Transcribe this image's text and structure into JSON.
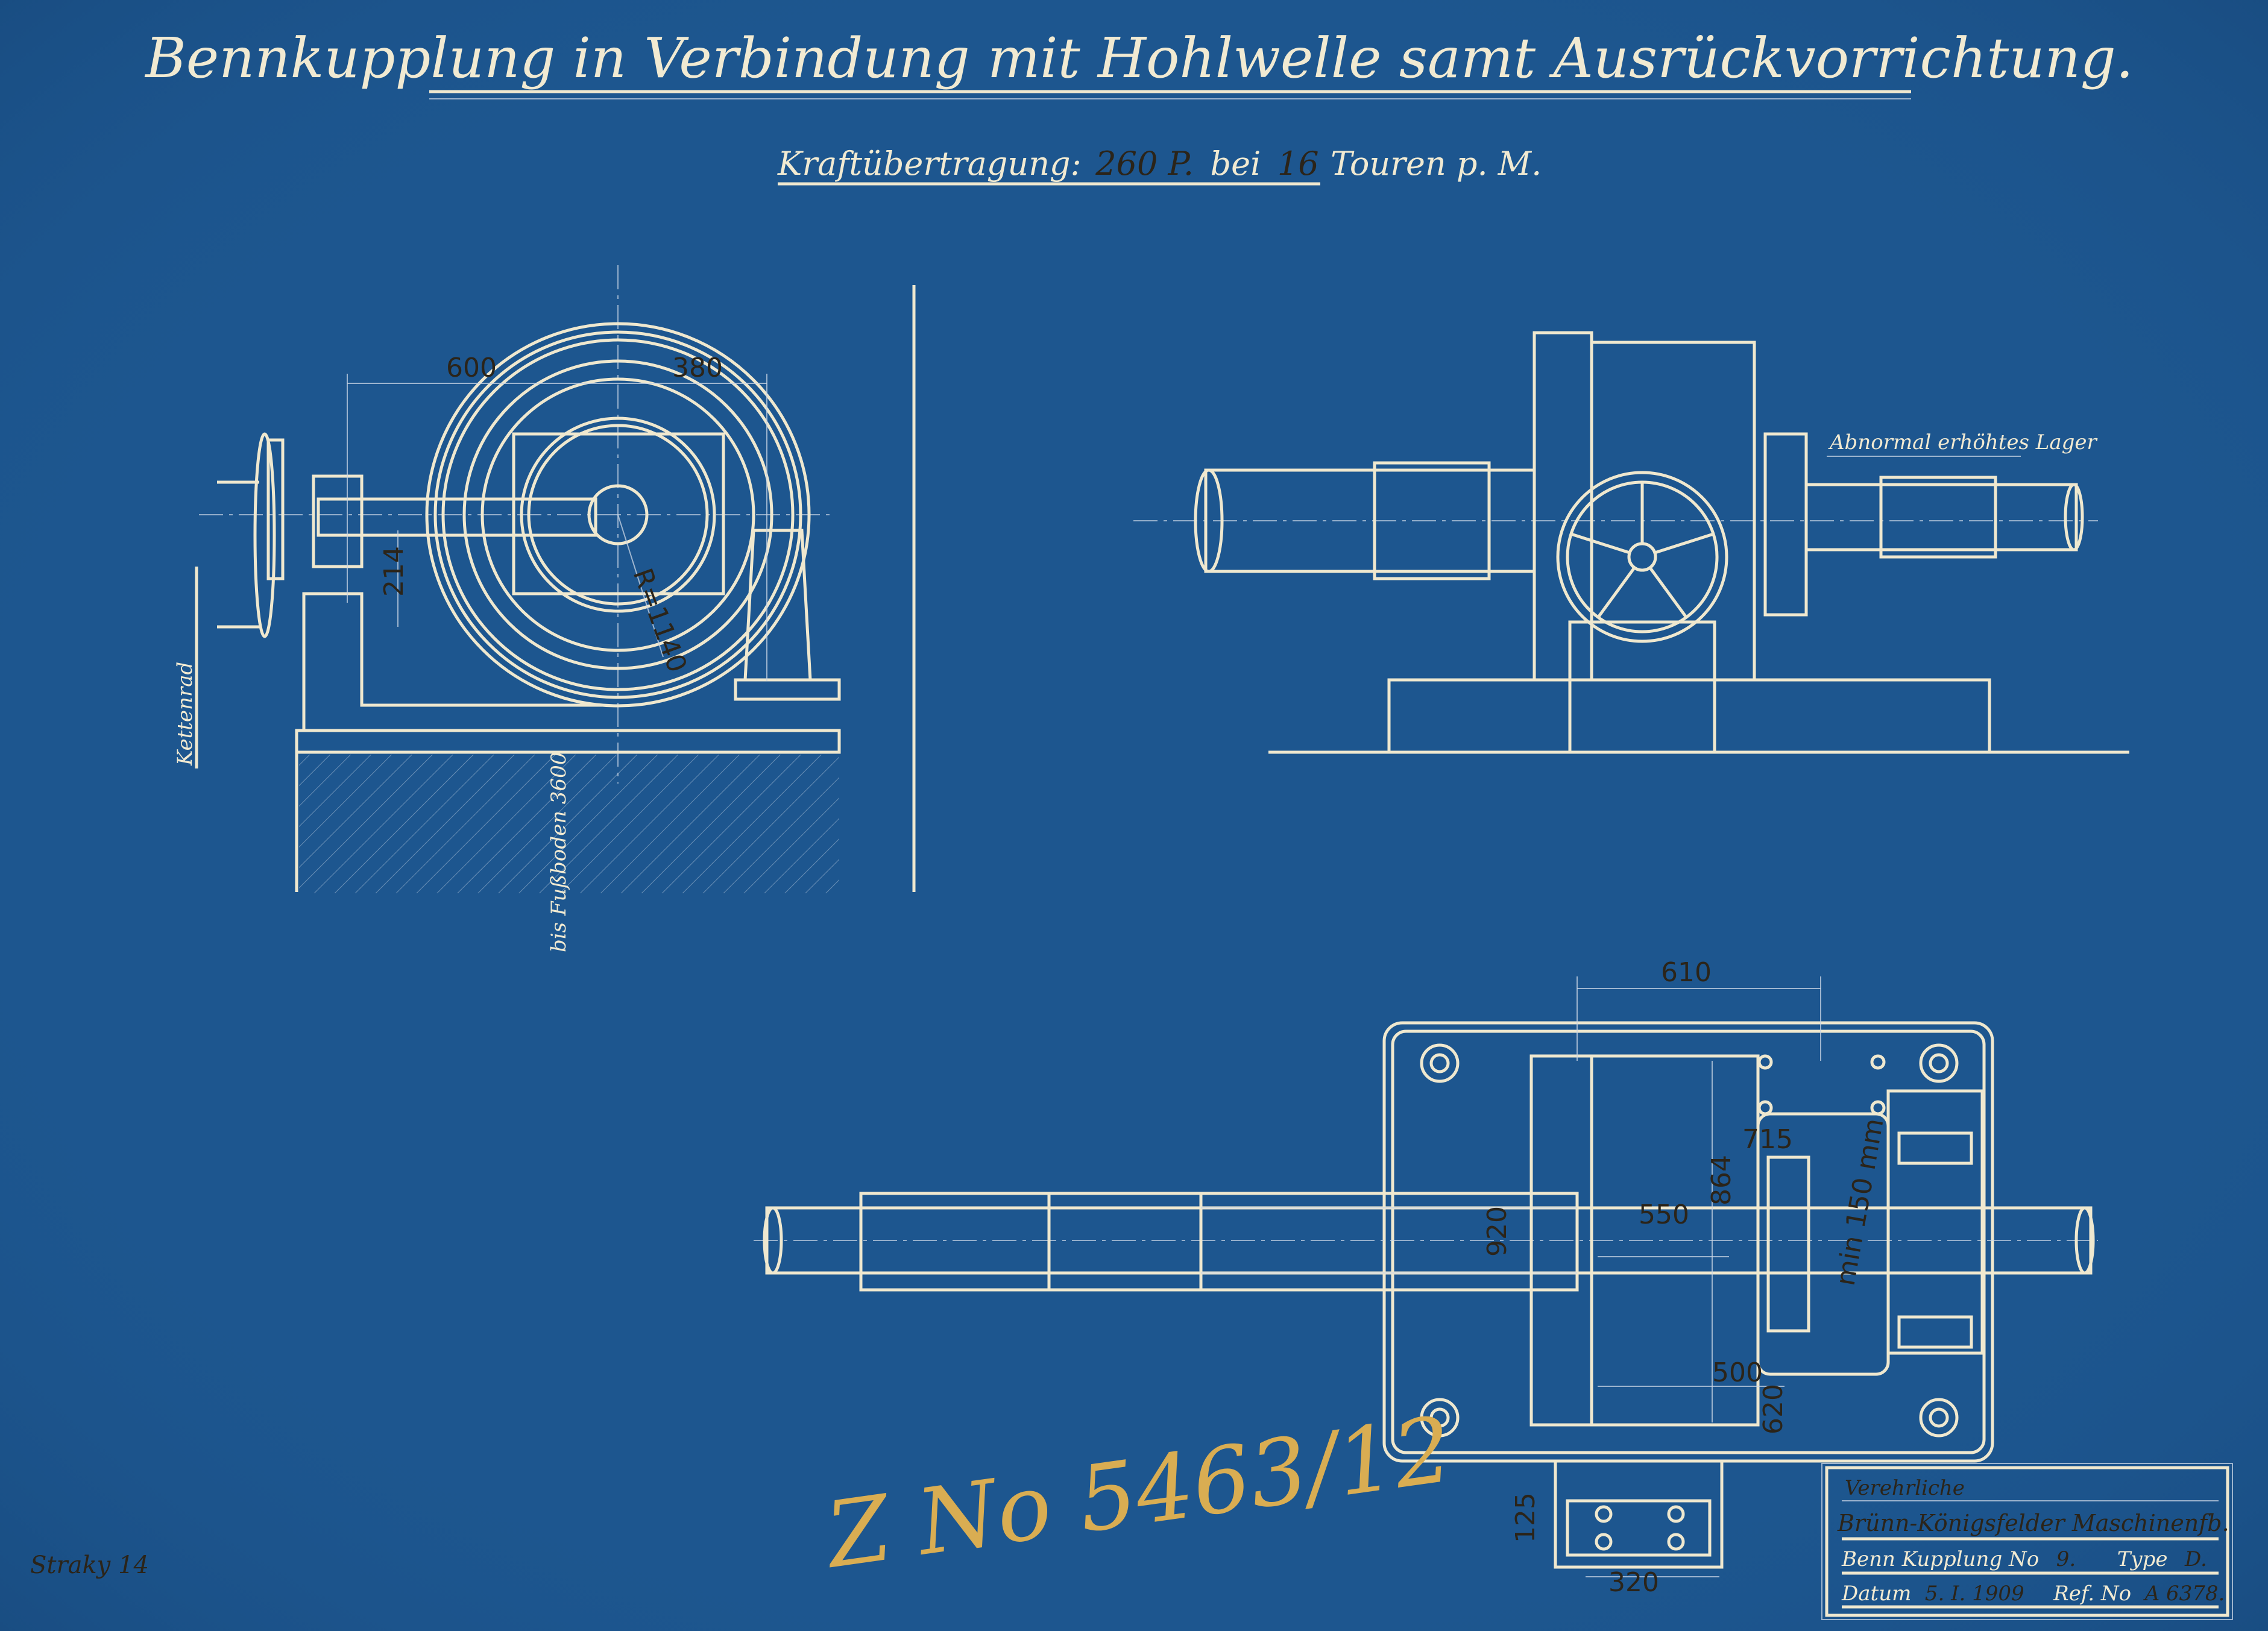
{
  "title": "Bennkupplung in Verbindung mit Hohlwelle samt Ausrückvorrichtung.",
  "subtitle": {
    "label": "Kraftübertragung:",
    "power": "260 P.",
    "bei": "bei",
    "speed": "16",
    "unit": "Touren p. M."
  },
  "side_view": {
    "labels": {
      "chain_wheel": "Kettenrad",
      "floor": "bis Fußboden 3600"
    },
    "dimensions": {
      "d600": "600",
      "d380": "380",
      "d214": "214",
      "radius": "R=1140"
    }
  },
  "front_view": {
    "labels": {
      "bearing": "Abnormal erhöhtes Lager"
    }
  },
  "plan_view": {
    "dimensions": {
      "d610": "610",
      "d864": "864",
      "d715": "715",
      "d550": "550",
      "d920": "920",
      "d500": "500",
      "d620": "620",
      "min150": "min 150 mm",
      "d125": "125",
      "d320": "320"
    }
  },
  "annotation": {
    "drawing_number": "Z No 5463/12"
  },
  "signature": {
    "text": "Straky 14"
  },
  "title_block": {
    "recipient_prefix": "Verehrliche",
    "recipient": "Brünn-Königsfelder Maschinenfb.",
    "coupling_label": "Benn Kupplung No",
    "coupling_no": "9.",
    "type_label": "Type",
    "type_value": "D.",
    "date_label": "Datum",
    "date_value": "5. I. 1909",
    "ref_label": "Ref. No",
    "ref_value": "A 6378."
  },
  "colors": {
    "paper": "#1d568f",
    "lines": "#efe8cf",
    "ink": "#2b2419",
    "crayon": "#d9ad52"
  }
}
